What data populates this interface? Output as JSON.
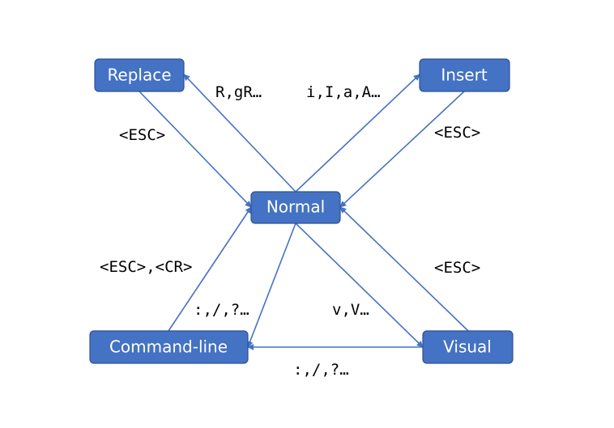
{
  "nodes": {
    "replace": "Replace",
    "insert": "Insert",
    "normal": "Normal",
    "command_line": "Command-line",
    "visual": "Visual"
  },
  "edge_labels": {
    "normal_to_replace": "R,gR…",
    "normal_to_insert": "i,I,a,A…",
    "replace_to_normal": "<ESC>",
    "insert_to_normal": "<ESC>",
    "command_line_to_normal": "<ESC>,<CR>",
    "normal_to_command_line": ":,/,?…",
    "normal_to_visual": "v,V…",
    "visual_to_normal": "<ESC>",
    "visual_to_command_line": ":,/,?…"
  },
  "colors": {
    "node_fill": "#4472C4",
    "node_border": "#2F528F",
    "edge": "#4472C4",
    "text": "#000000"
  }
}
